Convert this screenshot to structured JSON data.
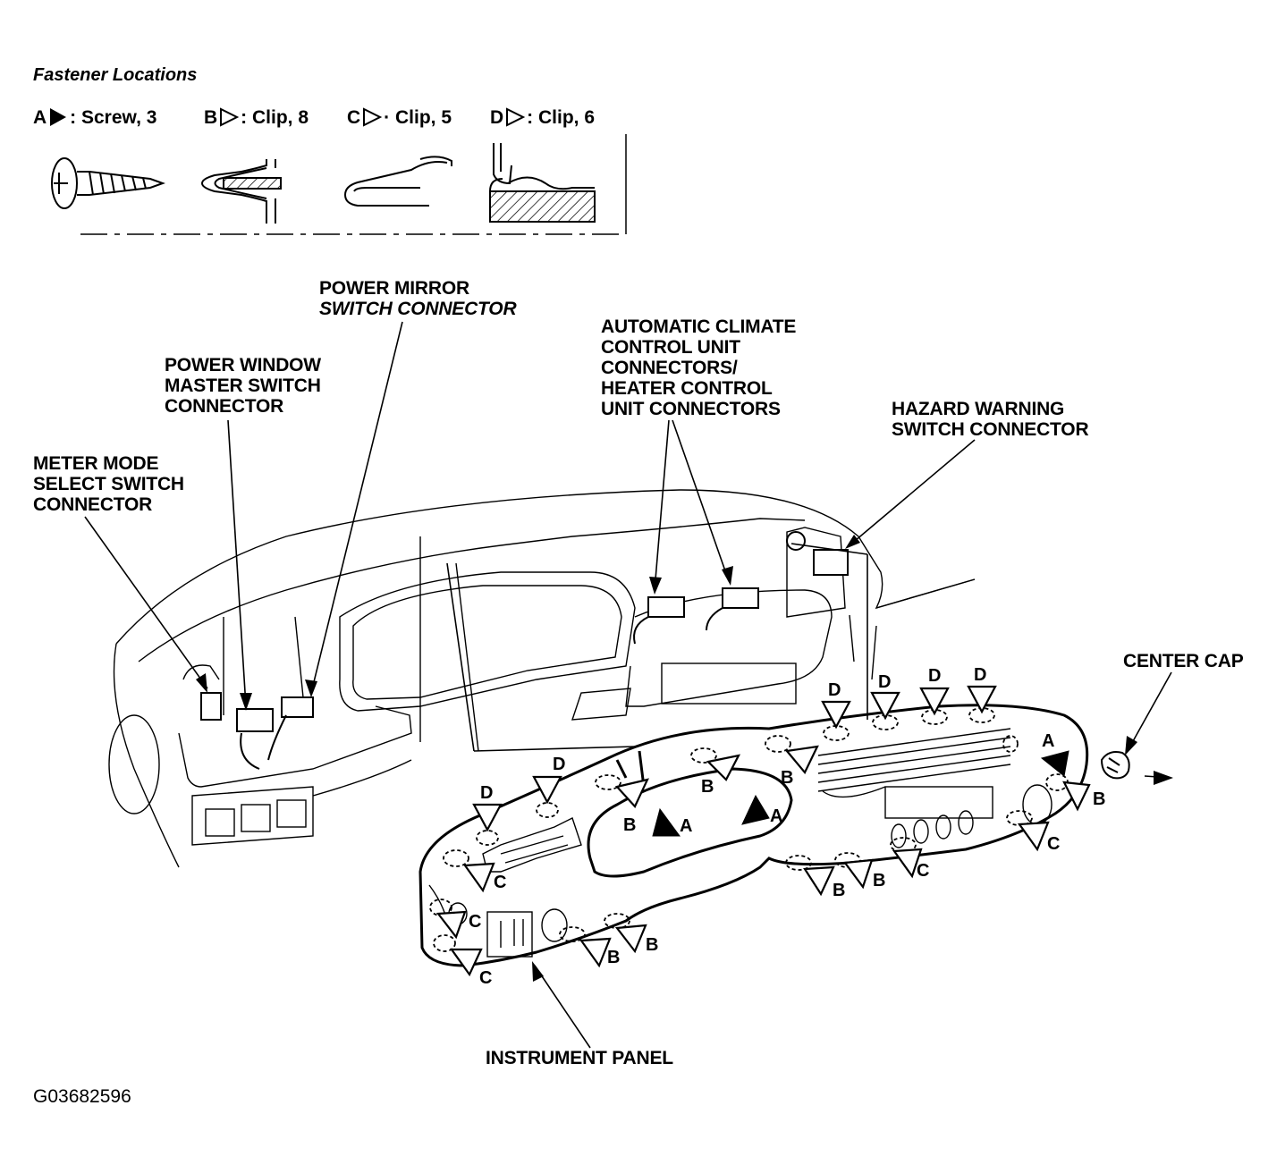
{
  "legend": {
    "title": "Fastener Locations",
    "items": [
      {
        "letter": "A",
        "text": ": Screw, 3",
        "filled": true
      },
      {
        "letter": "B",
        "text": ": Clip, 8",
        "filled": false
      },
      {
        "letter": "C",
        "text": "· Clip, 5",
        "filled": false
      },
      {
        "letter": "D",
        "text": ": Clip, 6",
        "filled": false
      }
    ]
  },
  "labels": {
    "power_mirror": [
      "POWER MIRROR",
      "SWITCH CONNECTOR"
    ],
    "power_window": [
      "POWER WINDOW",
      "MASTER SWITCH",
      "CONNECTOR"
    ],
    "meter_mode": [
      "METER MODE",
      "SELECT SWITCH",
      "CONNECTOR"
    ],
    "climate": [
      "AUTOMATIC CLIMATE",
      "CONTROL UNIT",
      "CONNECTORS/",
      "HEATER CONTROL",
      "UNIT CONNECTORS"
    ],
    "hazard": [
      "HAZARD WARNING",
      "SWITCH CONNECTOR"
    ],
    "center_cap": "CENTER CAP",
    "instrument_panel": "INSTRUMENT PANEL"
  },
  "figure_id": "G03682596",
  "fastener_marks": [
    "D",
    "D",
    "D",
    "D",
    "D",
    "D",
    "A",
    "A",
    "A",
    "B",
    "B",
    "B",
    "B",
    "B",
    "B",
    "B",
    "B",
    "B",
    "C",
    "C",
    "C",
    "C",
    "C",
    "C"
  ]
}
